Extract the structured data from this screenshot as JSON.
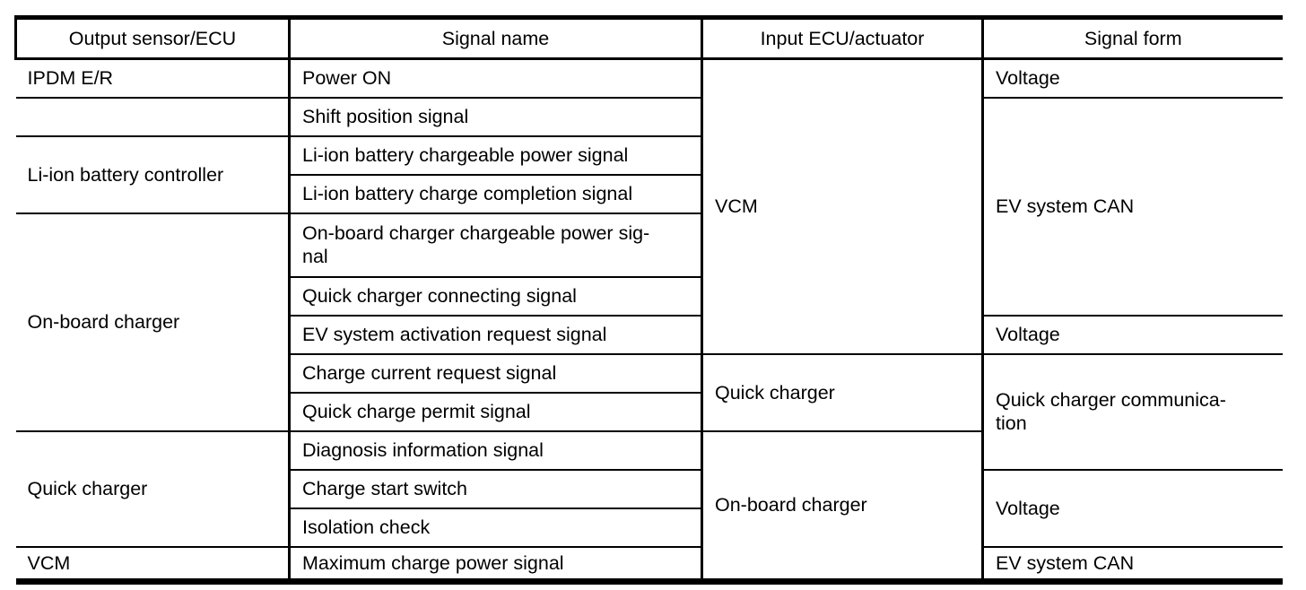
{
  "page": {
    "background_color": "#ffffff",
    "text_color": "#000000",
    "rule_color": "#000000"
  },
  "table": {
    "columns": [
      "Output sensor/ECU",
      "Signal name",
      "Input ECU/actuator",
      "Signal form"
    ],
    "rows": [
      {
        "output": "IPDM E/R",
        "signal": "Power ON",
        "input": "VCM",
        "form": "Voltage"
      },
      {
        "signal": "Shift position signal",
        "form": "EV system CAN"
      },
      {
        "output": "Li-ion battery controller",
        "signal": "Li-ion battery chargeable power signal"
      },
      {
        "signal": "Li-ion battery charge completion signal"
      },
      {
        "output": "On-board charger",
        "signal": "On-board charger chargeable power sig-\nnal"
      },
      {
        "signal": "Quick charger connecting signal"
      },
      {
        "signal": "EV system activation request signal",
        "form": "Voltage"
      },
      {
        "signal": "Charge current request signal",
        "input": "Quick charger",
        "form": "Quick charger communica-\ntion"
      },
      {
        "signal": "Quick charge permit signal"
      },
      {
        "output": "Quick charger",
        "signal": "Diagnosis information signal",
        "input": "On-board charger"
      },
      {
        "signal": "Charge start switch",
        "form": "Voltage"
      },
      {
        "signal": "Isolation check"
      },
      {
        "output": "VCM",
        "signal": "Maximum charge power signal",
        "form": "EV system CAN"
      }
    ]
  }
}
